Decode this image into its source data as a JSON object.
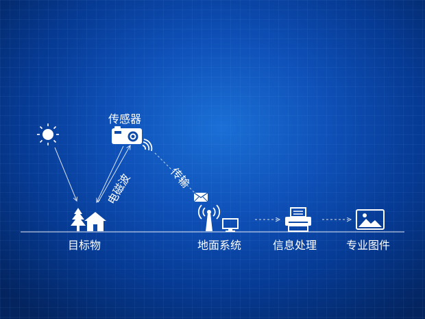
{
  "labels": {
    "sensor": "传感器",
    "em_wave": "电磁波",
    "transmit": "传输",
    "target": "目标物",
    "ground": "地面系统",
    "processing": "信息处理",
    "product": "专业图件"
  },
  "colors": {
    "line": "#ffffff",
    "background_center": "#1a6fd6",
    "background_edge": "#03245f"
  },
  "icons": [
    "sun-icon",
    "camera-icon",
    "signal-waves-icon",
    "envelope-icon",
    "tree-icon",
    "house-icon",
    "antenna-icon",
    "monitor-icon",
    "printer-icon",
    "picture-icon"
  ]
}
